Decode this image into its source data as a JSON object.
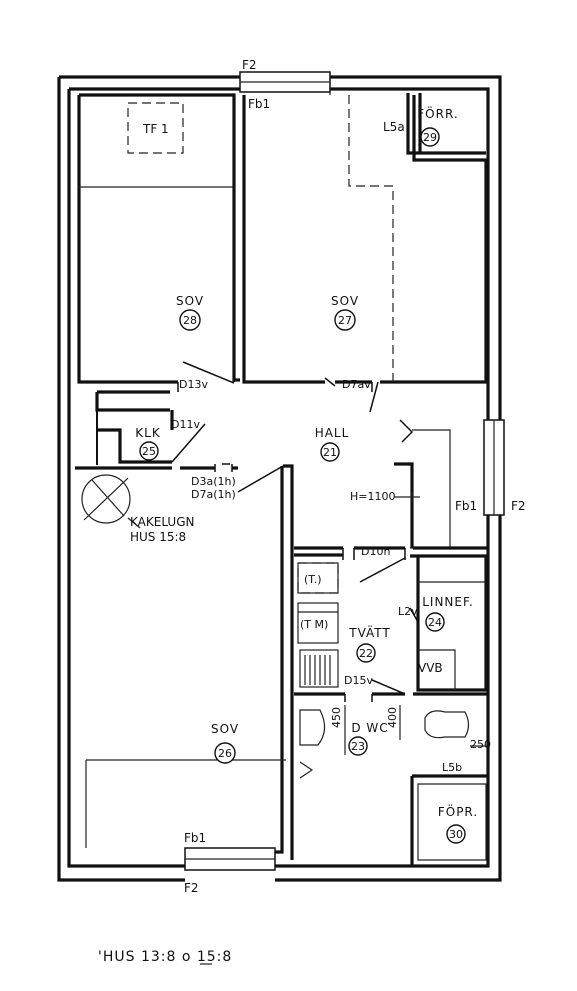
{
  "rooms": {
    "sov28": {
      "name": "SOV",
      "number": "28"
    },
    "sov27": {
      "name": "SOV",
      "number": "27"
    },
    "forr29": {
      "name": "FÖRR.",
      "number": "29"
    },
    "klk25": {
      "name": "KLK",
      "number": "25"
    },
    "hall21": {
      "name": "HALL",
      "number": "21"
    },
    "sov26": {
      "name": "SOV",
      "number": "26"
    },
    "tvatt22": {
      "name": "TVÄTT",
      "number": "22"
    },
    "linnef24": {
      "name": "LINNEF.",
      "number": "24"
    },
    "dwc23": {
      "name": "D WC",
      "number": "23"
    },
    "fopr30": {
      "name": "FÖPR.",
      "number": "30"
    }
  },
  "labels": {
    "tf1": "TF 1",
    "f2_top": "F2",
    "fb1_top": "Fb1",
    "l5a": "L5a",
    "d13v": "D13v",
    "d7av": "D7av",
    "d11v": "D11v",
    "d3a": "D3a(1h)",
    "d7a": "D7a(1h)",
    "kakelugn": "KAKELUGN",
    "hus158": "HUS 15:8",
    "h1100": "H=1100",
    "fb1_right": "Fb1",
    "f2_right": "F2",
    "d10h": "D10h",
    "l2v": "L2v",
    "tm1": "(T.)",
    "tm2": "(T M)",
    "vvb": "VVB",
    "d15v": "D15v",
    "dim450": "450",
    "dim400": "400",
    "dim250": "250",
    "l5b": "L5b",
    "fb1_bottom": "Fb1",
    "f2_bottom": "F2"
  },
  "footer": {
    "caption": "'HUS  13:8 o 15:8"
  }
}
